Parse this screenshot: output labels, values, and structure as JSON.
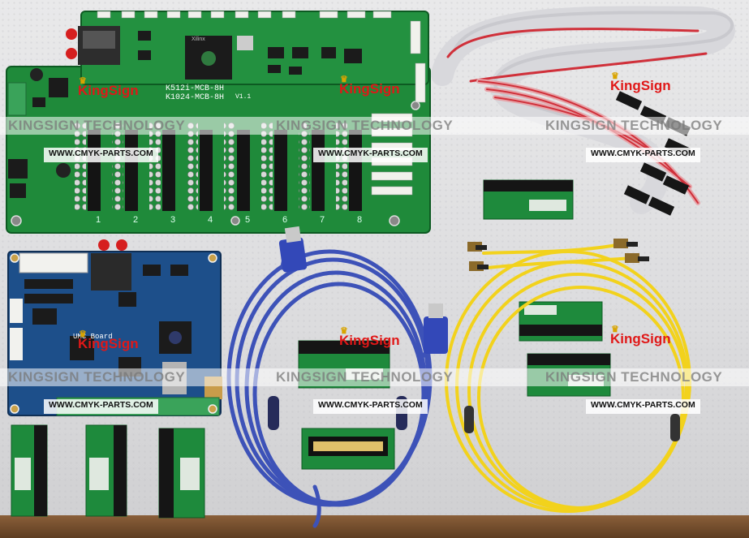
{
  "watermark": {
    "brand": "KINGSIGN TECHNOLOGY",
    "url": "WWW.CMYK-PARTS.COM",
    "logo": "KingSign"
  },
  "main_board": {
    "label_line1": "K512i-MCB-8H",
    "label_line2": "K1024-MCB-8H",
    "version": "V1.1",
    "chip_brand": "Xilinx",
    "slot_numbers": [
      "1",
      "2",
      "3",
      "4",
      "5",
      "6",
      "7",
      "8"
    ]
  },
  "umc_board": {
    "label": "UMC Board"
  },
  "colors": {
    "pcb_green": "#1f8a3a",
    "pcb_blue": "#1d4f8a",
    "ribbon_red": "#d0303a",
    "usb_blue": "#3d52b8",
    "fiber_yellow": "#f2d21c",
    "logo_red": "#e01818"
  }
}
